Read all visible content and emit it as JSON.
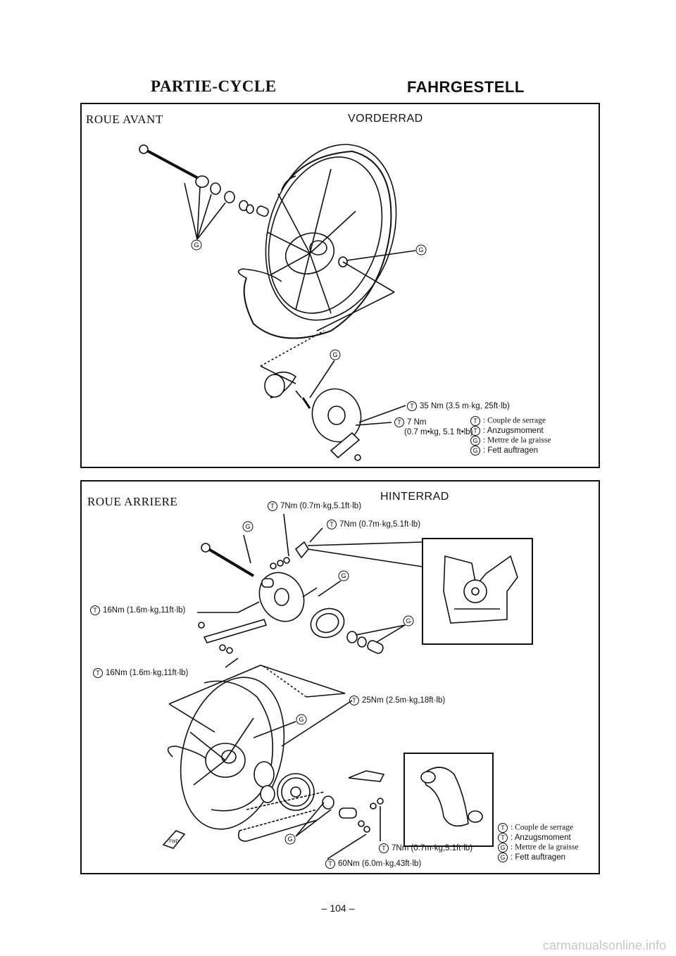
{
  "headers": {
    "fr": "PARTIE-CYCLE",
    "de": "FAHRGESTELL"
  },
  "front": {
    "title_fr": "ROUE AVANT",
    "title_de": "VORDERRAD",
    "callouts": {
      "g1": "G",
      "g2": "G",
      "g3": "G",
      "t1": "35 Nm (3.5 m·kg, 25ft·lb)",
      "t2a": "7 Nm",
      "t2b": "(0.7 m•kg, 5.1 ft•lb)"
    },
    "legend": [
      "Couple de serrage",
      "Anzugsmoment",
      "Mettre de la graisse",
      "Fett auftragen"
    ]
  },
  "rear": {
    "title_fr": "ROUE ARRIERE",
    "title_de": "HINTERRAD",
    "callouts": {
      "t_top1": "7Nm (0.7m·kg,5.1ft·lb)",
      "t_top2": "7Nm (0.7m·kg,5.1ft·lb)",
      "t_left1": "16Nm (1.6m·kg,11ft·lb)",
      "t_left2": "16Nm (1.6m·kg,11ft·lb)",
      "t_mid": "25Nm (2.5m·kg,18ft·lb)",
      "t_bot1": "7Nm (0.7m·kg,5.1ft·lb)",
      "t_bot2": "60Nm (6.0m·kg,43ft·lb)",
      "g": "G",
      "fwd": "FWD"
    },
    "legend": [
      "Couple de serrage",
      "Anzugsmoment",
      "Mettre de la graisse",
      "Fett auftragen"
    ]
  },
  "icon_letters": {
    "torque": "T",
    "grease": "G"
  },
  "page_number": "– 104 –",
  "watermark": "carmanualsonline.info"
}
